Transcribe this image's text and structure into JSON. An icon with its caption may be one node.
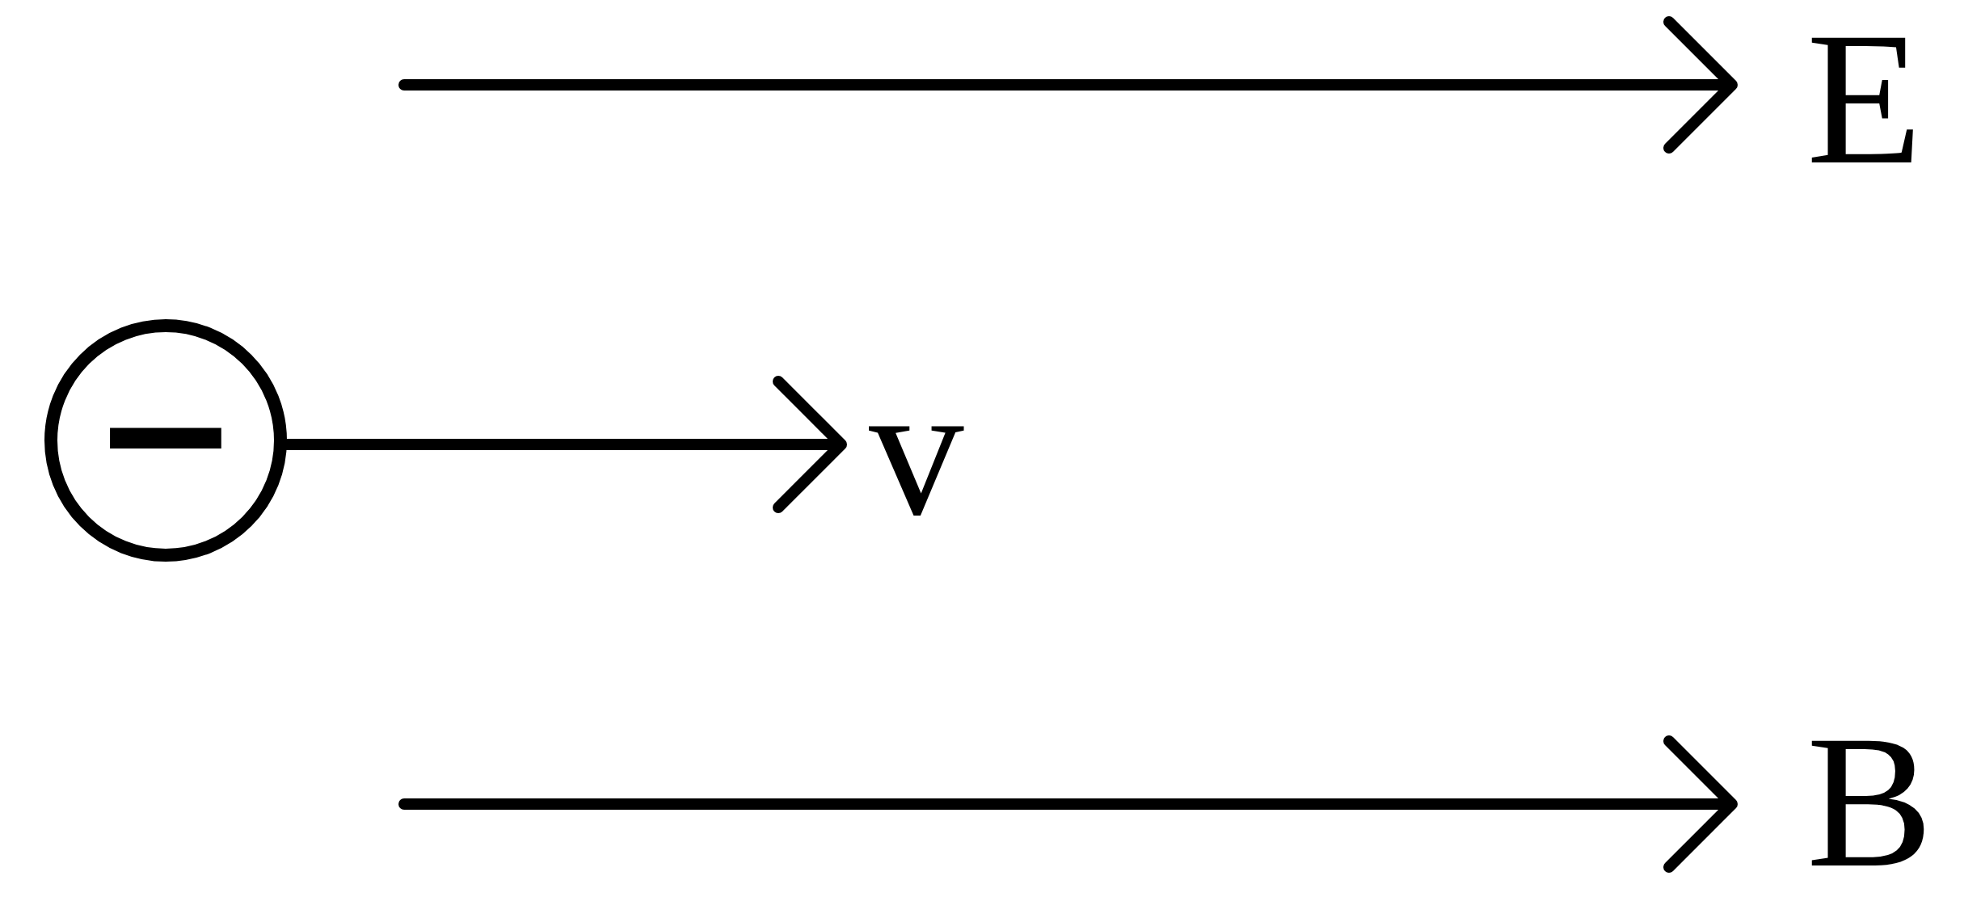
{
  "diagram": {
    "nodes": [
      {
        "text": [
          "−"
        ]
      }
    ],
    "labels": [
      "E",
      "v",
      "B"
    ]
  }
}
